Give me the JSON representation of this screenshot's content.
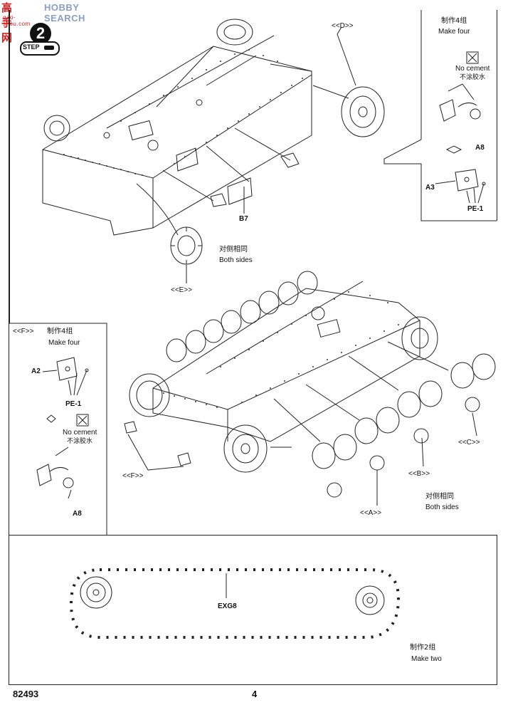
{
  "watermark": {
    "logo_text": "高手网",
    "site_text": "HOBBY SEARCH",
    "sub_text": "gao-shou.com"
  },
  "step": {
    "number": "2",
    "label": "STEP"
  },
  "top_right_box": {
    "cn": "制作4组",
    "en": "Make four",
    "no_cement_en": "No cement",
    "no_cement_cn": "不涂胶水",
    "parts": [
      "A8",
      "A3",
      "PE-1"
    ]
  },
  "top_labels": {
    "d_ref": "<<D>>",
    "b7": "B7",
    "both_sides_cn": "对侧相同",
    "both_sides_en": "Both sides",
    "e_ref": "<<E>>"
  },
  "left_box": {
    "ref": "<<F>>",
    "cn": "制作4组",
    "en": "Make four",
    "parts": [
      "A2",
      "PE-1",
      "A8"
    ],
    "no_cement_en": "No cement",
    "no_cement_cn": "不涂胶水"
  },
  "mid_labels": {
    "f_ref": "<<F>>",
    "c_ref": "<<C>>",
    "b_ref": "<<B>>",
    "a_ref": "<<A>>",
    "both_sides_cn": "对侧相同",
    "both_sides_en": "Both sides"
  },
  "track_box": {
    "part": "EXG8",
    "cn": "制作2组",
    "en": "Make two"
  },
  "footer": {
    "kit_number": "82493",
    "page_number": "4"
  },
  "colors": {
    "line": "#222222",
    "watermark_red": "#d42020",
    "watermark_blue": "#3a5fa8",
    "wheel_gray": "#e8e8e8"
  }
}
